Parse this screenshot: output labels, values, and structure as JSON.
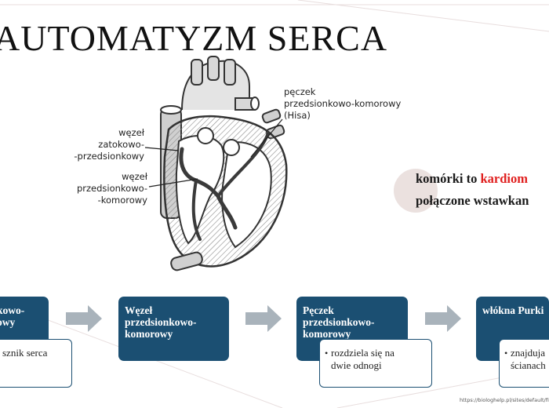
{
  "title": "AUTOMATYZM SERCA",
  "figure": {
    "labels": {
      "bundle_his": "pęczek\nprzedsionkowo-komorowy\n(Hisa)",
      "sa_node": "węzeł\nzatokowo-\n-przedsionkowy",
      "av_node": "węzeł\nprzedsionkowo-\n-komorowy"
    }
  },
  "side_note": {
    "line1_prefix": "komórki to ",
    "line1_highlight": "kardiom",
    "line2": "połączone wstawkan"
  },
  "stages": [
    {
      "label": "kowo-\nowy",
      "detail": "sznik serca",
      "has_bullet": false
    },
    {
      "label": "Węzeł\nprzedsionkowo-\nkomorowy",
      "detail": "",
      "has_bullet": false
    },
    {
      "label": "Pęczek\nprzedsionkowo-\nkomorowy",
      "detail": "rozdziela się na\ndwie odnogi",
      "has_bullet": true
    },
    {
      "label": "włókna Purki",
      "detail": "znajduja\nścianach",
      "has_bullet": true
    }
  ],
  "source": "https://biologhelp.pl/sites/default/files/matur",
  "colors": {
    "box": "#1b4f72",
    "arrow": "#a9b3bb",
    "highlight": "#e0201f",
    "circle": "#ebe1df"
  },
  "icons": {
    "arrow": "right-arrow-icon",
    "bullet": "bullet-icon"
  }
}
